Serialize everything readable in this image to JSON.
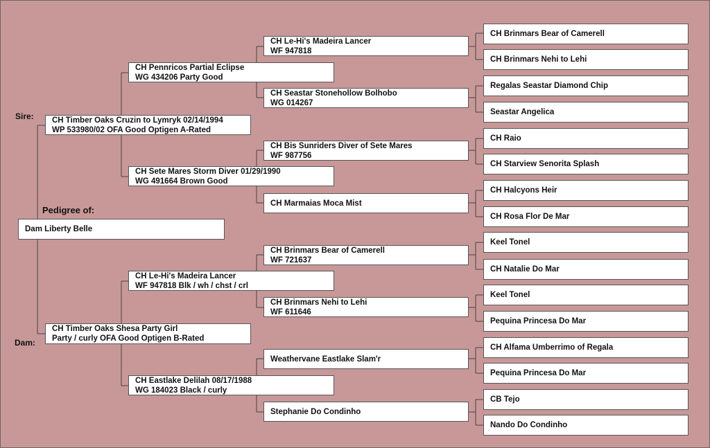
{
  "labels": {
    "sire": "Sire:",
    "dam": "Dam:",
    "pedigree_of": "Pedigree of:"
  },
  "subject": "Dam Liberty Belle",
  "gen1": {
    "sire": {
      "line1": "CH Timber Oaks Cruzin to Lymryk 02/14/1994",
      "line2": "WP 533980/02  OFA Good Optigen A-Rated"
    },
    "dam": {
      "line1": "CH Timber Oaks Shesa Party Girl",
      "line2": "Party / curly  OFA Good Optigen B-Rated"
    }
  },
  "gen2": [
    {
      "line1": "CH Pennricos Partial Eclipse",
      "line2": "WG 434206  Party  Good"
    },
    {
      "line1": "CH Sete Mares Storm Diver 01/29/1990",
      "line2": "WG 491664   Brown  Good"
    },
    {
      "line1": "CH Le-Hi's Madeira Lancer",
      "line2": "WF 947818  Blk / wh / chst / crl"
    },
    {
      "line1": "CH Eastlake Delilah  08/17/1988",
      "line2": "WG 184023  Black / curly"
    }
  ],
  "gen3": [
    {
      "line1": "CH Le-Hi's Madeira Lancer",
      "line2": "WF 947818"
    },
    {
      "line1": "CH Seastar Stonehollow Bolhobo",
      "line2": "WG 014267"
    },
    {
      "line1": "CH Bis Sunriders Diver of Sete Mares",
      "line2": "WF 987756"
    },
    {
      "line1": "CH Marmaias Moca Mist",
      "line2": ""
    },
    {
      "line1": "CH Brinmars Bear of Camerell",
      "line2": "WF 721637"
    },
    {
      "line1": "CH Brinmars Nehi to Lehi",
      "line2": "WF 611646"
    },
    {
      "line1": "Weathervane Eastlake Slam'r",
      "line2": ""
    },
    {
      "line1": "Stephanie Do Condinho",
      "line2": ""
    }
  ],
  "gen4": [
    "CH Brinmars Bear of Camerell",
    "CH Brinmars Nehi to Lehi",
    "Regalas Seastar Diamond Chip",
    "Seastar Angelica",
    "CH Raio",
    "CH Starview Senorita Splash",
    "CH Halcyons Heir",
    "CH Rosa Flor De Mar",
    "Keel Tonel",
    "CH Natalie Do Mar",
    "Keel Tonel",
    "Pequina Princesa Do Mar",
    "CH Alfama Umberrimo of Regala",
    "Pequina Princesa Do Mar",
    "CB Tejo",
    "Nando Do Condinho"
  ]
}
